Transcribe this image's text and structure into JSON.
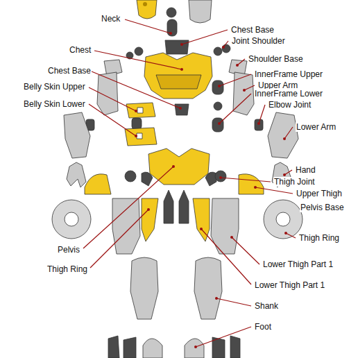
{
  "diagram": {
    "labels": [
      "Neck",
      "Chest Base",
      "Joint Shoulder",
      "Chest",
      "Shoulder Base",
      "Chest Base",
      "InnerFrame Upper",
      "Belly Skin Upper",
      "Upper Arm",
      "InnerFrame Lower",
      "Elbow Joint",
      "Belly Skin Lower",
      "Lower Arm",
      "Hand",
      "Thigh Joint",
      "Upper Thigh",
      "Pelvis Base",
      "Thigh Ring",
      "Pelvis",
      "Thigh Ring",
      "Lower Thigh Part 1",
      "Lower Thigh Part 1",
      "Shank",
      "Foot"
    ]
  }
}
